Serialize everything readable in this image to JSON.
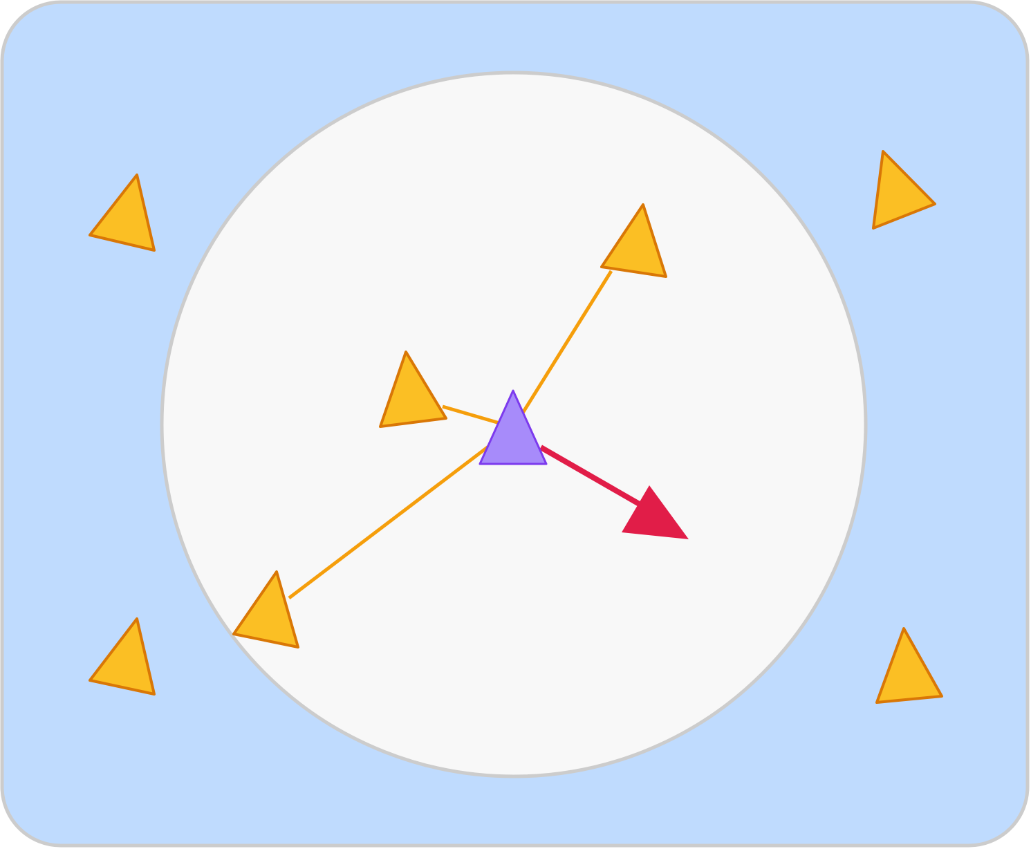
{
  "colors": {
    "background": "#bfdbfe",
    "background_border": "#cccccc",
    "range_circle_fill": "#f8f8f8",
    "range_circle_border": "#cccccc",
    "agent_fill": "#a78bfa",
    "agent_stroke": "#7c3aed",
    "neighbor_fill": "#fbbf24",
    "neighbor_stroke": "#d97706",
    "link_line": "#f59e0b",
    "steering_arrow": "#e11d48"
  },
  "diagram": {
    "focal_agent": {
      "icon": "triangle-agent-icon"
    },
    "neighbors_in_range": [
      {
        "id": "upper-right",
        "linked": true
      },
      {
        "id": "left",
        "linked": true
      },
      {
        "id": "lower-left",
        "linked": true
      }
    ],
    "agents_out_of_range": [
      {
        "id": "far-top-left"
      },
      {
        "id": "far-top-right"
      },
      {
        "id": "far-bottom-left"
      },
      {
        "id": "far-bottom-right"
      }
    ],
    "steering_vector": {
      "icon": "steering-arrow-icon"
    }
  }
}
